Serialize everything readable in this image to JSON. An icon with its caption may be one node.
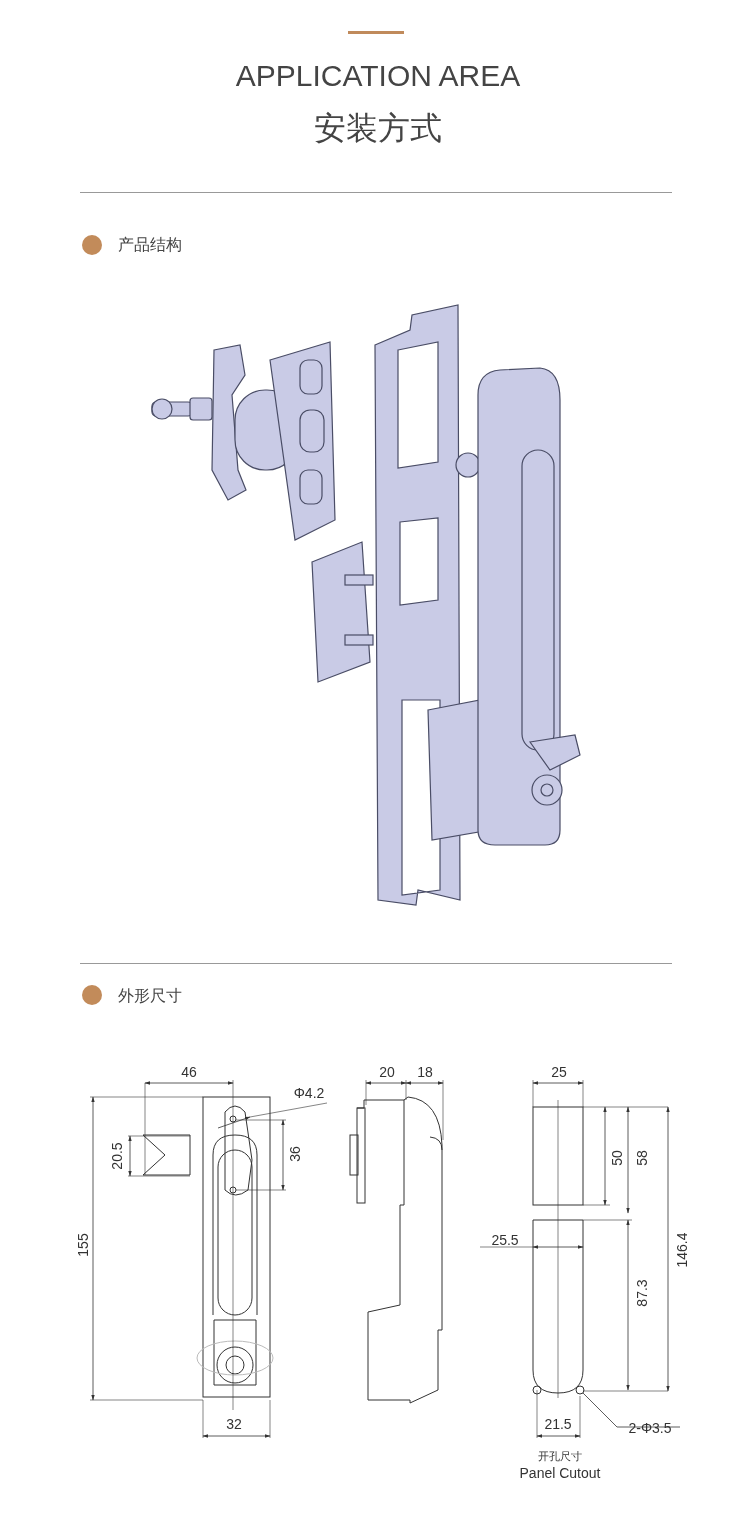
{
  "diagram": {
    "title": "APPLICATION AREA",
    "nodes": [
      {
        "text": [
          "2-Φ3.5"
        ]
      },
      {
        "text": [],
        "shape": "circle"
      }
    ],
    "edges": [
      {
        "from": 0,
        "to": 1,
        "arrow": "none"
      }
    ],
    "labels": [
      "安装方式",
      "产品结构",
      "外形尺寸",
      "46",
      "Φ4.2",
      "20",
      "18",
      "25",
      "20.5",
      "36",
      "50",
      "58",
      "155",
      "25.5",
      "146.4",
      "87.3",
      "32",
      "21.5",
      "开孔尺寸",
      "Panel Cutout"
    ]
  }
}
